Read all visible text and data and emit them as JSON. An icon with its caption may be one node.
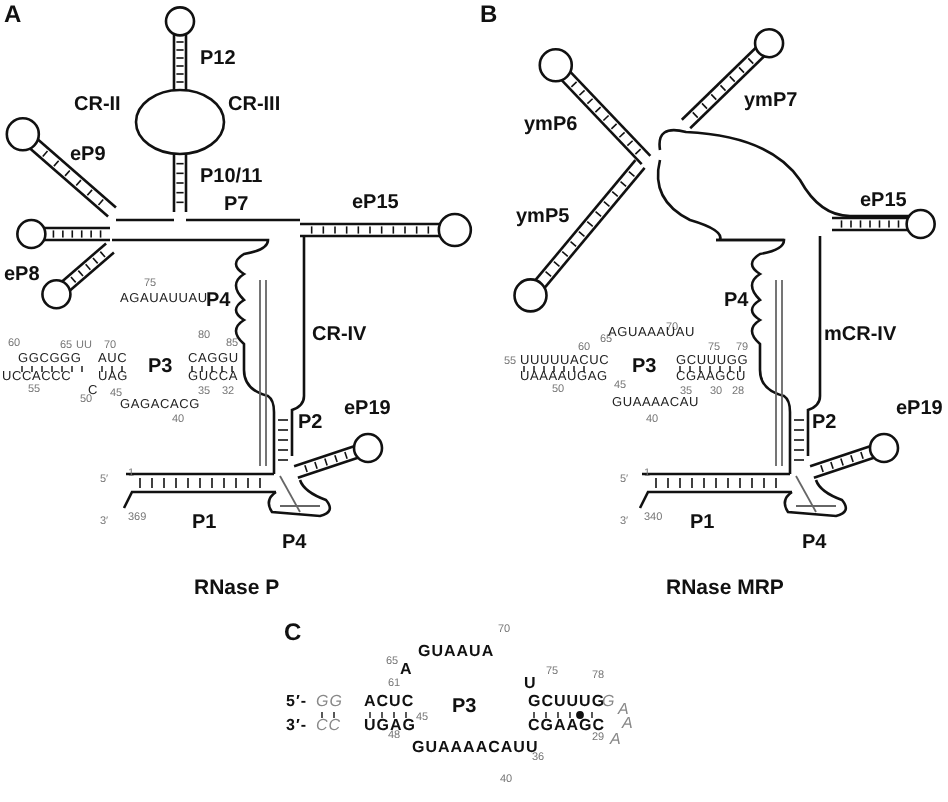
{
  "diagram": {
    "labels": [
      "A",
      "B",
      "P12",
      "CR-II",
      "CR-III",
      "eP9",
      "P10/11",
      "P7",
      "eP15",
      "eP8",
      "P4",
      "CR-IV",
      "60",
      "65",
      "UU",
      "70",
      "75",
      "AGAUAUUAU",
      "80",
      "85",
      "GGCGGG",
      "AUC",
      "CAGGU",
      "UCCACCC",
      "C",
      "UAG",
      "P3",
      "GUCCA",
      "55",
      "50",
      "GAGACACG",
      "45",
      "35",
      "32",
      "40",
      "P2",
      "eP19",
      "5′",
      "1",
      "3′",
      "369",
      "P1",
      "P4",
      "RNase P",
      "ymP6",
      "ymP7",
      "ymP5",
      "eP15",
      "P4",
      "mCR-IV",
      "70",
      "65",
      "60",
      "75",
      "79",
      "55",
      "UUUUUACUC",
      "AGUAAAUAU",
      "GCUUUGG",
      "P3",
      "UAAAAUGAG",
      "CGAAGCU",
      "50",
      "45",
      "GUAAAACAU",
      "35",
      "30",
      "28",
      "40",
      "P2",
      "eP19",
      "5′",
      "1",
      "3′",
      "340",
      "P1",
      "P4",
      "RNase MRP",
      "C",
      "70",
      "65",
      "A",
      "GUAAUA",
      "U",
      "61",
      "75",
      "78",
      "5′-",
      "GG",
      "ACUC",
      "P3",
      "GCUUUG",
      "G",
      "A",
      "3′-",
      "CC",
      "UGAG",
      "45",
      "CGAAGC",
      "A",
      "48",
      "GUAAAACAUU",
      "29",
      "A",
      "36",
      "40"
    ]
  }
}
